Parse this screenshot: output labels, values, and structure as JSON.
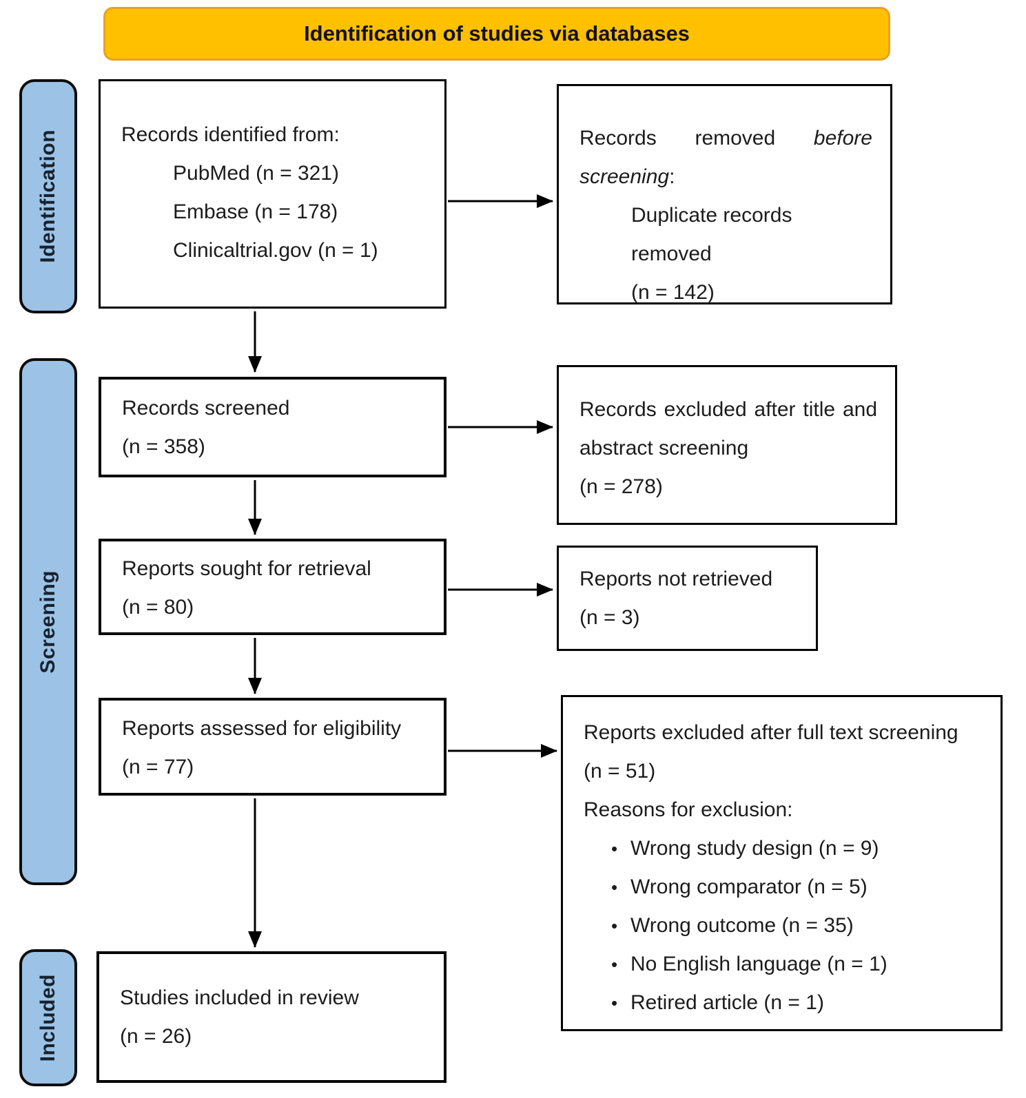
{
  "banner": {
    "title": "Identification of studies via databases"
  },
  "sidebar": {
    "identification": "Identification",
    "screening": "Screening",
    "included": "Included"
  },
  "boxes": {
    "identified": {
      "intro": "Records identified from:",
      "sources": [
        "PubMed (n = 321)",
        "Embase (n = 178)",
        "Clinicaltrial.gov (n = 1)"
      ]
    },
    "removed": {
      "prefix": "Records removed ",
      "italic1": "before",
      "italic2": "screening",
      "suffix": ":",
      "detail": "Duplicate records removed",
      "count": "(n = 142)"
    },
    "screened": {
      "label": "Records screened",
      "count": "(n = 358)"
    },
    "excluded_title_abstract": {
      "line1": "Records excluded after title and",
      "line2": "abstract screening",
      "count": "(n = 278)"
    },
    "sought": {
      "label": "Reports sought for retrieval",
      "count": "(n = 80)"
    },
    "not_retrieved": {
      "label": "Reports not retrieved",
      "count": "(n = 3)"
    },
    "assessed": {
      "label": "Reports assessed for eligibility",
      "count": "(n = 77)"
    },
    "excluded_full_text": {
      "line1": "Reports excluded after full text screening",
      "count": "(n = 51)",
      "reasons_heading": "Reasons for exclusion:",
      "reasons": [
        "Wrong study design (n = 9)",
        "Wrong comparator (n = 5)",
        "Wrong outcome (n = 35)",
        "No English language (n = 1)",
        "Retired article (n = 1)"
      ]
    },
    "included_review": {
      "label": "Studies included in review",
      "count": "(n = 26)"
    }
  },
  "colors": {
    "banner_fill": "#FFC000",
    "banner_border": "#EAA121",
    "stage_fill": "#9CC3E5"
  }
}
